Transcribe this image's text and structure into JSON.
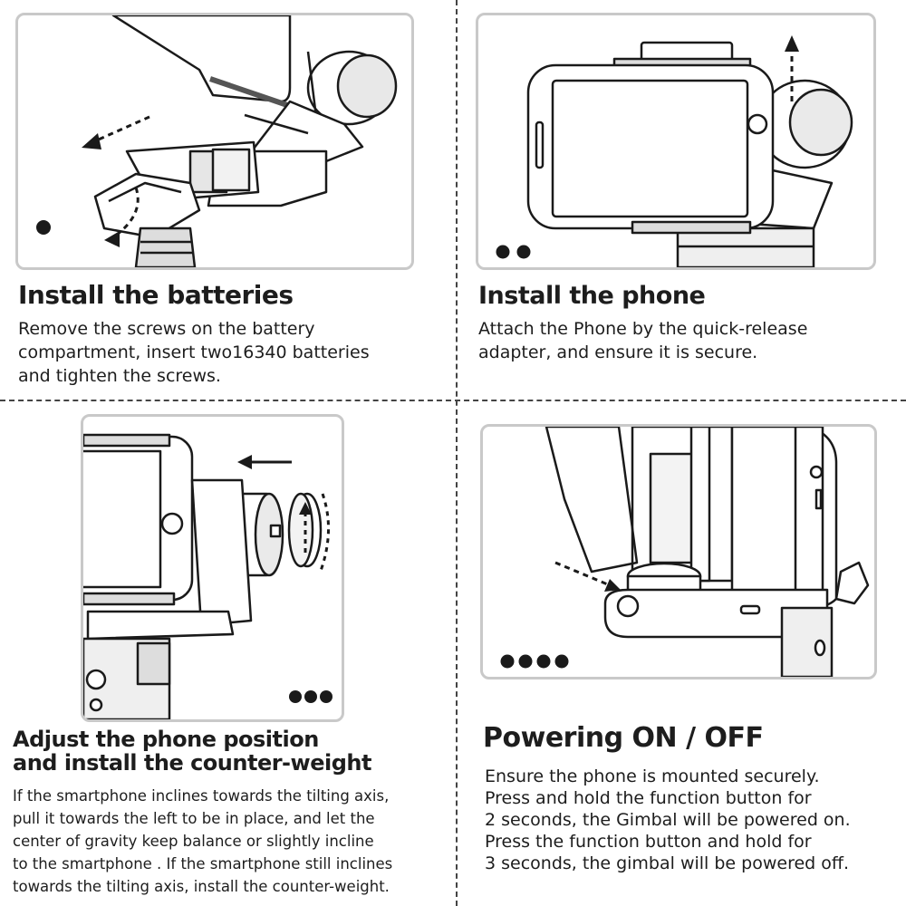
{
  "steps": [
    {
      "step_icon": "one-dot",
      "title": "Install the batteries",
      "lines": [
        "Remove the screws on the battery",
        "compartment, insert two16340 batteries",
        "and tighten the screws."
      ]
    },
    {
      "step_icon": "two-dots",
      "title": "Install the phone",
      "lines": [
        "Attach the Phone by the quick-release",
        "adapter, and ensure it is secure."
      ]
    },
    {
      "step_icon": "three-dots",
      "title_lines": [
        "Adjust the phone position",
        "and install the counter-weight"
      ],
      "lines": [
        "If the smartphone inclines towards the tilting axis,",
        "pull it towards the left to be in place, and let the",
        "center of gravity keep balance or slightly incline",
        "to the smartphone . If the smartphone still inclines",
        "towards the tilting axis, install the counter-weight."
      ]
    },
    {
      "step_icon": "four-dots",
      "title": "Powering ON / OFF",
      "lines": [
        "Ensure the phone is mounted securely.",
        "Press and hold the function button for",
        "2 seconds, the Gimbal will be powered on.",
        "Press the function button and hold for",
        "3 seconds, the gimbal will be powered off."
      ]
    }
  ]
}
